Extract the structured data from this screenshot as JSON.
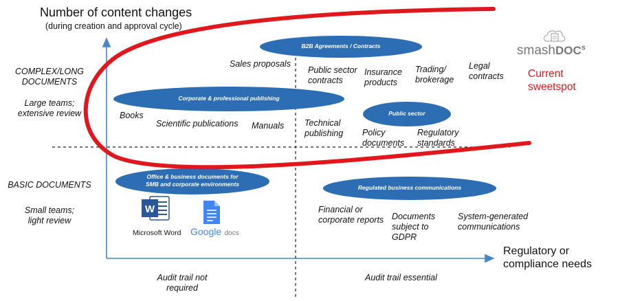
{
  "title": "Number of content changes",
  "subtitle": "(during creation and approval cycle)",
  "left_axis": {
    "complex_heading": [
      "COMPLEX/LONG",
      "DOCUMENTS"
    ],
    "complex_desc": [
      "Large teams;",
      "extensive review"
    ],
    "basic_heading": "BASIC DOCUMENTS",
    "basic_desc": [
      "Small teams;",
      "light review"
    ]
  },
  "x_axis_label": [
    "Regulatory or",
    "compliance needs"
  ],
  "bottom": {
    "left": [
      "Audit trail not",
      "required"
    ],
    "right": "Audit trail essential"
  },
  "ellipses": {
    "b2b": "B2B Agreements / Contracts",
    "corporate": "Corporate & professional publishing",
    "public_sector": "Public sector",
    "office": [
      "Office & business documents for",
      "SMB and corporate environments"
    ],
    "regulated": "Regulated business communications"
  },
  "items": {
    "sales_proposals": "Sales proposals",
    "public_sector_contracts": [
      "Public sector",
      "contracts"
    ],
    "insurance_products": [
      "Insurance",
      "products"
    ],
    "trading_brokerage": [
      "Trading/",
      "brokerage"
    ],
    "legal_contracts": [
      "Legal",
      "contracts"
    ],
    "books": "Books",
    "scientific_publications": "Scientific publications",
    "manuals": "Manuals",
    "technical_publishing": [
      "Technical",
      "publishing"
    ],
    "policy_documents": [
      "Policy",
      "documents"
    ],
    "regulatory_standards": [
      "Regulatory",
      "standards"
    ],
    "financial_reports": [
      "Financial or",
      "corporate reports"
    ],
    "gdpr_documents": [
      "Documents",
      "subject to",
      "GDPR"
    ],
    "system_generated": [
      "System-generated",
      "communications"
    ]
  },
  "apps": {
    "word": "Microsoft Word",
    "google_word1": "Google",
    "google_word2": "docs"
  },
  "brand": {
    "logo_main": "smash",
    "logo_strong": "DOC",
    "logo_sup": "s",
    "sweetspot": [
      "Current",
      "sweetspot"
    ]
  },
  "colors": {
    "ellipse_fill": "#2c6db4",
    "curve": "#e0171d",
    "axis": "#4a86c8",
    "word_blue": "#2b579a",
    "gdocs_blue": "#4285f4"
  }
}
